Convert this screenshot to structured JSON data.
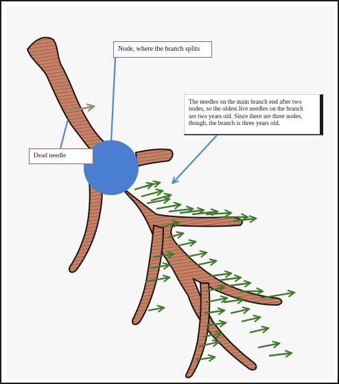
{
  "labels": {
    "node": "Node, where the branch splits",
    "dead_needle": "Dead needle",
    "needles_age": "The needles on the main branch end after two\nnodes, so the oldest live needles on the branch\nare two years old.  Since there are three nodes,\nthough, the branch is three years old."
  },
  "colors": {
    "wood": "#c8826a",
    "wood_grain": "#8a4634",
    "outline": "#1c1410",
    "node": "#4a7fd0",
    "callout_line": "#4d86dc",
    "live_needle": "#3d7a2b",
    "dead_needle": "#9a8a70",
    "label_border": "#b25a6c"
  },
  "icons": {
    "node": "blue-circle-node",
    "live_needle": "green-arrow",
    "dead_needle": "gray-arrow"
  }
}
